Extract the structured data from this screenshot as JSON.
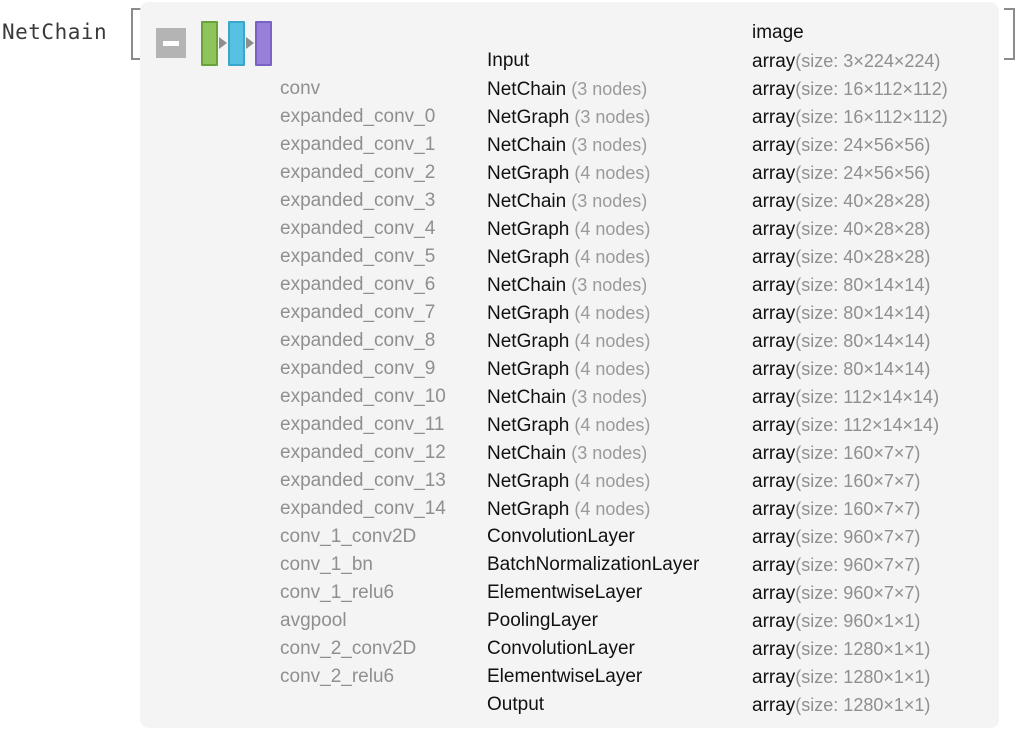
{
  "head_symbol": "NetChain",
  "brackets": {
    "open": "[",
    "close": "]"
  },
  "toolbar": {
    "collapse_icon": "minus-icon",
    "collapse_label": "",
    "thumbnail": {
      "blocks": [
        {
          "name": "layer-block-green",
          "fill": "#8fc45c",
          "border": "#6aa23a"
        },
        {
          "name": "layer-block-blue",
          "fill": "#56c1e0",
          "border": "#3aa6c9"
        },
        {
          "name": "layer-block-purple",
          "fill": "#9780d8",
          "border": "#7a62c4"
        }
      ],
      "arrow_icon": "arrow-right-icon"
    }
  },
  "table": {
    "header": {
      "name": "",
      "type": "",
      "shape": "image"
    },
    "rows": [
      {
        "name": "",
        "type": "Input",
        "nodes": "",
        "shape": "array",
        "dims": "(size: 3×224×224)"
      },
      {
        "name": "conv",
        "type": "NetChain",
        "nodes": "(3 nodes)",
        "shape": "array",
        "dims": "(size: 16×112×112)"
      },
      {
        "name": "expanded_conv_0",
        "type": "NetGraph",
        "nodes": "(3 nodes)",
        "shape": "array",
        "dims": "(size: 16×112×112)"
      },
      {
        "name": "expanded_conv_1",
        "type": "NetChain",
        "nodes": "(3 nodes)",
        "shape": "array",
        "dims": "(size: 24×56×56)"
      },
      {
        "name": "expanded_conv_2",
        "type": "NetGraph",
        "nodes": "(4 nodes)",
        "shape": "array",
        "dims": "(size: 24×56×56)"
      },
      {
        "name": "expanded_conv_3",
        "type": "NetChain",
        "nodes": "(3 nodes)",
        "shape": "array",
        "dims": "(size: 40×28×28)"
      },
      {
        "name": "expanded_conv_4",
        "type": "NetGraph",
        "nodes": "(4 nodes)",
        "shape": "array",
        "dims": "(size: 40×28×28)"
      },
      {
        "name": "expanded_conv_5",
        "type": "NetGraph",
        "nodes": "(4 nodes)",
        "shape": "array",
        "dims": "(size: 40×28×28)"
      },
      {
        "name": "expanded_conv_6",
        "type": "NetChain",
        "nodes": "(3 nodes)",
        "shape": "array",
        "dims": "(size: 80×14×14)"
      },
      {
        "name": "expanded_conv_7",
        "type": "NetGraph",
        "nodes": "(4 nodes)",
        "shape": "array",
        "dims": "(size: 80×14×14)"
      },
      {
        "name": "expanded_conv_8",
        "type": "NetGraph",
        "nodes": "(4 nodes)",
        "shape": "array",
        "dims": "(size: 80×14×14)"
      },
      {
        "name": "expanded_conv_9",
        "type": "NetGraph",
        "nodes": "(4 nodes)",
        "shape": "array",
        "dims": "(size: 80×14×14)"
      },
      {
        "name": "expanded_conv_10",
        "type": "NetChain",
        "nodes": "(3 nodes)",
        "shape": "array",
        "dims": "(size: 112×14×14)"
      },
      {
        "name": "expanded_conv_11",
        "type": "NetGraph",
        "nodes": "(4 nodes)",
        "shape": "array",
        "dims": "(size: 112×14×14)"
      },
      {
        "name": "expanded_conv_12",
        "type": "NetChain",
        "nodes": "(3 nodes)",
        "shape": "array",
        "dims": "(size: 160×7×7)"
      },
      {
        "name": "expanded_conv_13",
        "type": "NetGraph",
        "nodes": "(4 nodes)",
        "shape": "array",
        "dims": "(size: 160×7×7)"
      },
      {
        "name": "expanded_conv_14",
        "type": "NetGraph",
        "nodes": "(4 nodes)",
        "shape": "array",
        "dims": "(size: 160×7×7)"
      },
      {
        "name": "conv_1_conv2D",
        "type": "ConvolutionLayer",
        "nodes": "",
        "shape": "array",
        "dims": "(size: 960×7×7)"
      },
      {
        "name": "conv_1_bn",
        "type": "BatchNormalizationLayer",
        "nodes": "",
        "shape": "array",
        "dims": "(size: 960×7×7)"
      },
      {
        "name": "conv_1_relu6",
        "type": "ElementwiseLayer",
        "nodes": "",
        "shape": "array",
        "dims": "(size: 960×7×7)"
      },
      {
        "name": "avgpool",
        "type": "PoolingLayer",
        "nodes": "",
        "shape": "array",
        "dims": "(size: 960×1×1)"
      },
      {
        "name": "conv_2_conv2D",
        "type": "ConvolutionLayer",
        "nodes": "",
        "shape": "array",
        "dims": "(size: 1280×1×1)"
      },
      {
        "name": "conv_2_relu6",
        "type": "ElementwiseLayer",
        "nodes": "",
        "shape": "array",
        "dims": "(size: 1280×1×1)"
      },
      {
        "name": "",
        "type": "Output",
        "nodes": "",
        "shape": "array",
        "dims": "(size: 1280×1×1)"
      }
    ]
  }
}
